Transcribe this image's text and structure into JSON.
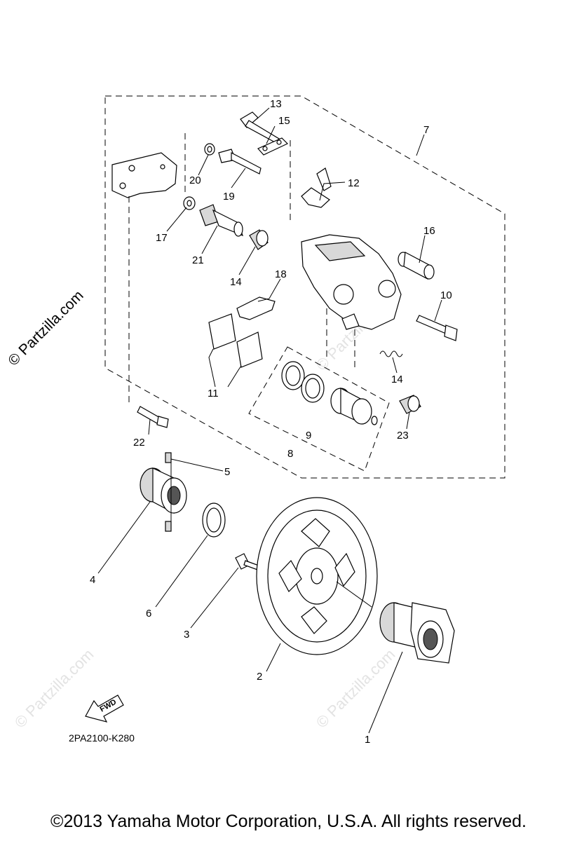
{
  "diagram": {
    "callouts": [
      {
        "id": "1",
        "text": "1"
      },
      {
        "id": "2",
        "text": "2"
      },
      {
        "id": "3",
        "text": "3"
      },
      {
        "id": "4",
        "text": "4"
      },
      {
        "id": "5",
        "text": "5"
      },
      {
        "id": "6",
        "text": "6"
      },
      {
        "id": "7",
        "text": "7"
      },
      {
        "id": "8",
        "text": "8"
      },
      {
        "id": "9",
        "text": "9"
      },
      {
        "id": "10",
        "text": "10"
      },
      {
        "id": "11",
        "text": "11"
      },
      {
        "id": "12",
        "text": "12"
      },
      {
        "id": "13",
        "text": "13"
      },
      {
        "id": "14a",
        "text": "14"
      },
      {
        "id": "14b",
        "text": "14"
      },
      {
        "id": "15",
        "text": "15"
      },
      {
        "id": "16",
        "text": "16"
      },
      {
        "id": "17",
        "text": "17"
      },
      {
        "id": "18",
        "text": "18"
      },
      {
        "id": "19",
        "text": "19"
      },
      {
        "id": "20",
        "text": "20"
      },
      {
        "id": "21",
        "text": "21"
      },
      {
        "id": "22",
        "text": "22"
      },
      {
        "id": "23",
        "text": "23"
      }
    ],
    "diagram_code": "2PA2100-K280",
    "fwd_label": "FWD",
    "watermark": "© Partzilla.com",
    "watermark_faint": "© Partzilla.com"
  },
  "footer": {
    "copyright": "©2013 Yamaha Motor Corporation, U.S.A. All rights reserved."
  },
  "colors": {
    "ink": "#000000",
    "background": "#ffffff",
    "watermark_faint": "#e3e3e3"
  }
}
